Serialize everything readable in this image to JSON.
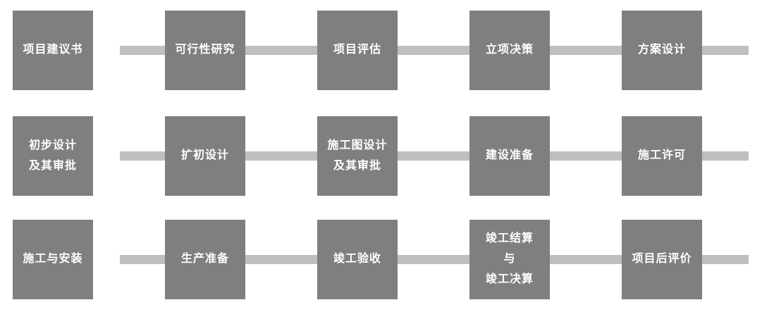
{
  "diagram": {
    "colors": {
      "box": "#7f7f7f",
      "connector": "#bfbfbf",
      "text": "#ffffff",
      "background": "#ffffff"
    },
    "rows": [
      {
        "boxes": [
          "项目建议书",
          "可行性研究",
          "项目评估",
          "立项决策",
          "方案设计"
        ]
      },
      {
        "boxes": [
          "初步设计\n及其审批",
          "扩初设计",
          "施工图设计\n及其审批",
          "建设准备",
          "施工许可"
        ]
      },
      {
        "boxes": [
          "施工与安装",
          "生产准备",
          "竣工验收",
          "竣工结算\n与\n竣工决算",
          "项目后评价"
        ]
      }
    ]
  }
}
